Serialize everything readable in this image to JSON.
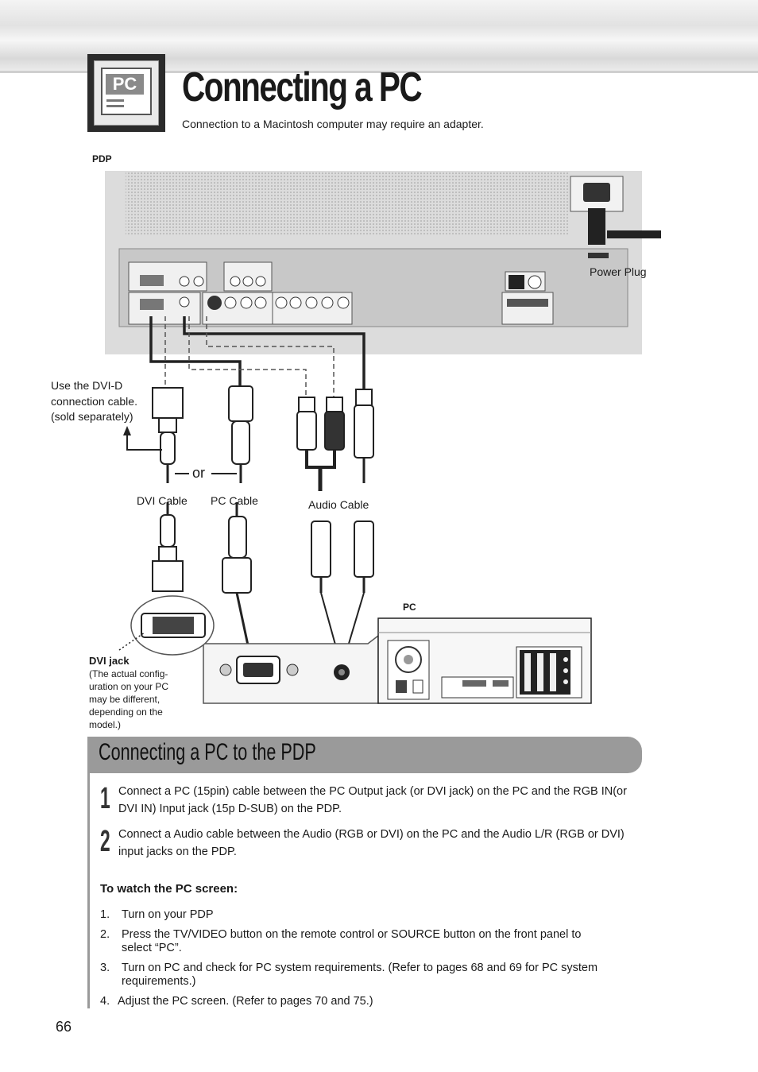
{
  "header": {
    "icon_text": "PC",
    "title": "Connecting a PC",
    "subtitle": "Connection to a Macintosh computer may require an adapter."
  },
  "diagram": {
    "pdp_label": "PDP",
    "power_plug_label": "Power Plug",
    "dvi_note_lines": [
      "Use the DVI-D",
      "connection cable.",
      "(sold separately)"
    ],
    "or_label": "or",
    "dvi_cable_label": "DVI Cable",
    "pc_cable_label": "PC Cable",
    "audio_cable_label": "Audio Cable",
    "pc_label": "PC",
    "dvi_jack_label": "DVI jack",
    "dvi_jack_note": "(The actual config-uration on your PC may be different, depending on the model.)"
  },
  "section": {
    "title": "Connecting a PC to the PDP",
    "steps": [
      {
        "num": "1",
        "text": "Connect a PC (15pin) cable between the PC Output jack (or DVI jack) on the PC and the RGB IN(or DVI IN) Input jack (15p D-SUB) on the PDP."
      },
      {
        "num": "2",
        "text": "Connect a Audio cable between the Audio (RGB or DVI) on the PC and the Audio L/R (RGB or DVI) input jacks on the PDP."
      }
    ],
    "watch_heading": "To watch the PC screen:",
    "watch_items": [
      {
        "num": "1.",
        "text": "Turn on your PDP"
      },
      {
        "num": "2.",
        "text": "Press the TV/VIDEO button on the remote control or SOURCE button on the front panel to select “PC”."
      },
      {
        "num": "3.",
        "text": "Turn on PC and check for PC system requirements. (Refer to pages 68 and 69 for PC system requirements.)"
      },
      {
        "num": "4.",
        "text": "Adjust the PC screen. (Refer to pages 70 and 75.)"
      }
    ]
  },
  "footer": {
    "page_number": "66"
  }
}
